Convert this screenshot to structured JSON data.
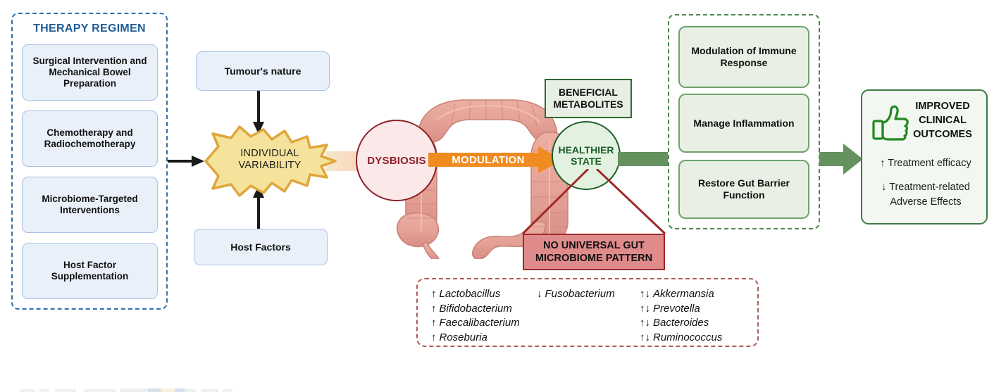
{
  "therapy": {
    "title": "THERAPY REGIMEN",
    "items": [
      {
        "label": "Surgical Intervention and Mechanical Bowel Preparation"
      },
      {
        "label": "Chemotherapy and Radiochemotherapy"
      },
      {
        "label": "Microbiome-Targeted Interventions"
      },
      {
        "label": "Host Factor Supplementation"
      }
    ]
  },
  "inputs": {
    "tumour": "Tumour's nature",
    "host": "Host Factors"
  },
  "variability": {
    "label": "INDIVIDUAL VARIABILITY",
    "line1": "INDIVIDUAL",
    "line2": "VARIABILITY",
    "fill": "#f6e39b",
    "stroke": "#e0a63c"
  },
  "states": {
    "dysbiosis": "DYSBIOSIS",
    "healthier_line1": "HEALTHIER",
    "healthier_line2": "STATE",
    "modulation": "MODULATION",
    "dysbiosis_color": "#8e1f26",
    "healthier_color": "#1f5c28",
    "modulation_color": "#ef8b21"
  },
  "metabolites": {
    "line1": "BENEFICIAL",
    "line2": "METABOLITES"
  },
  "outcomes_panel": {
    "items": [
      {
        "label": "Modulation of Immune Response"
      },
      {
        "label": "Manage Inflammation"
      },
      {
        "label": "Restore Gut Barrier Function"
      }
    ]
  },
  "improved": {
    "title_line1": "IMPROVED",
    "title_line2": "CLINICAL",
    "title_line3": "OUTCOMES",
    "bullet1": "↑ Treatment efficacy",
    "bullet2_line1": "↓ Treatment-related",
    "bullet2_line2": "Adverse Effects",
    "accent": "#1f8a1f"
  },
  "callout": {
    "line1": "NO UNIVERSAL GUT",
    "line2": "MICROBIOME PATTERN",
    "fill": "#e08b8b",
    "stroke": "#9e2a2a"
  },
  "bacteria": {
    "columns": [
      {
        "entries": [
          {
            "arrow": "↑",
            "name": "Lactobacillus"
          },
          {
            "arrow": "↑",
            "name": "Bifidobacterium"
          },
          {
            "arrow": "↑",
            "name": "Faecalibacterium"
          },
          {
            "arrow": "↑",
            "name": "Roseburia"
          }
        ]
      },
      {
        "entries": [
          {
            "arrow": "↓",
            "name": "Fusobacterium"
          }
        ]
      },
      {
        "entries": [
          {
            "arrow": "↑↓",
            "name": "Akkermansia"
          },
          {
            "arrow": "↑↓",
            "name": "Prevotella"
          },
          {
            "arrow": "↑↓",
            "name": "Bacteroides"
          },
          {
            "arrow": "↑↓",
            "name": "Ruminococcus"
          }
        ]
      }
    ]
  },
  "colors": {
    "panel_blue": "#2f6fad",
    "box_blue_fill": "#eaf0fa",
    "box_blue_border": "#a9c0e4",
    "panel_green": "#4c8a4f",
    "box_green_fill": "#e8efe4",
    "green_arrow": "#64915e"
  }
}
